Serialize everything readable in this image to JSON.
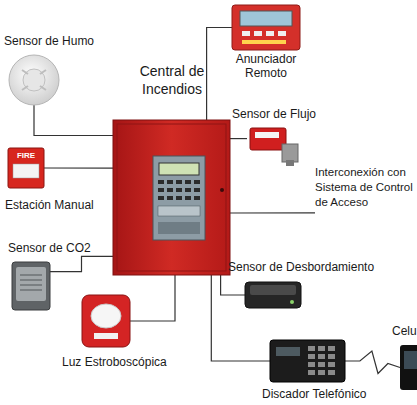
{
  "diagram": {
    "nodes": [
      {
        "text": [
          "Central de Incendios"
        ]
      },
      {
        "text": [
          "Sensor de Humo"
        ]
      },
      {
        "text": [
          "Anunciador Remoto"
        ]
      },
      {
        "text": [
          "Sensor de Flujo"
        ]
      },
      {
        "text": [
          "Interconexión con Sistema de Control de Acceso"
        ]
      },
      {
        "text": [
          "FIRE",
          "Estación Manual"
        ]
      },
      {
        "text": [
          "Sensor de CO2"
        ]
      },
      {
        "text": [
          "Luz Estroboscópica"
        ]
      },
      {
        "text": [
          "Sensor de Desbordamiento"
        ]
      },
      {
        "text": [
          "Discador Telefónico"
        ]
      },
      {
        "text": [
          "Celu"
        ]
      }
    ],
    "edges": [
      {
        "from": 0,
        "to": 1,
        "arrow": "none"
      },
      {
        "from": 0,
        "to": 2,
        "arrow": "none"
      },
      {
        "from": 0,
        "to": 3,
        "arrow": "none"
      },
      {
        "from": 0,
        "to": 4,
        "arrow": "none"
      },
      {
        "from": 0,
        "to": 5,
        "arrow": "none"
      },
      {
        "from": 0,
        "to": 6,
        "arrow": "none"
      },
      {
        "from": 0,
        "to": 7,
        "arrow": "none"
      },
      {
        "from": 0,
        "to": 8,
        "arrow": "none"
      },
      {
        "from": 0,
        "to": 9,
        "arrow": "none"
      },
      {
        "from": 9,
        "to": 10,
        "arrow": "none"
      }
    ]
  }
}
